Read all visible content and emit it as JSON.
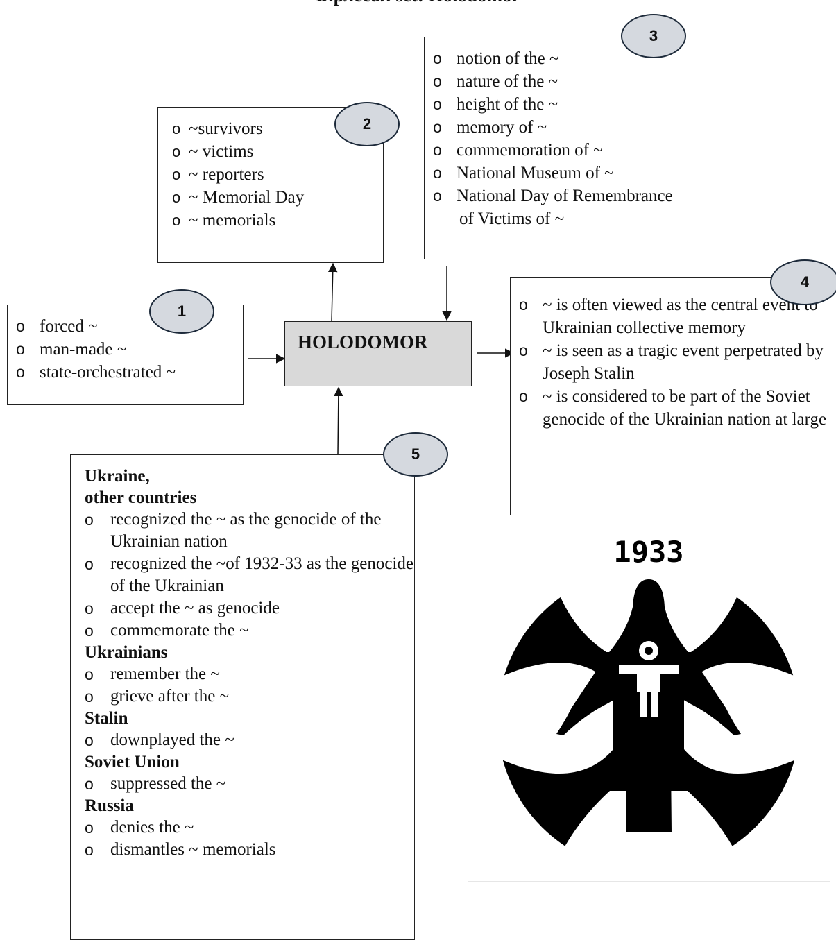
{
  "title": "Бірлесал set: Holodomor",
  "center": {
    "label": "HOLODOMOR"
  },
  "box1": {
    "number": "1",
    "items": [
      "forced ~",
      "man-made ~",
      "state-orchestrated ~"
    ]
  },
  "box2": {
    "number": "2",
    "items": [
      "~survivors",
      "~ victims",
      "~ reporters",
      "~ Memorial Day",
      "~ memorials"
    ]
  },
  "box3": {
    "number": "3",
    "items": [
      "notion of the ~",
      "nature of the ~",
      "height of the ~",
      "memory of ~",
      "commemoration of ~",
      "National Museum of ~",
      "National Day of Remembrance"
    ],
    "continuation": "of Victims of ~"
  },
  "box4": {
    "number": "4",
    "items": [
      "~ is often viewed as the central event to Ukrainian collective memory",
      "~ is seen as a tragic event perpetrated by Joseph Stalin",
      "~ is considered to be part of the Soviet genocide of the Ukrainian nation at large"
    ]
  },
  "box5": {
    "number": "5",
    "groups": [
      {
        "header": "Ukraine,",
        "items": []
      },
      {
        "header": "other countries",
        "items": [
          "recognized the ~ as the genocide of the Ukrainian nation",
          "recognized the ~of 1932-33 as the genocide of the Ukrainian",
          "accept the ~ as genocide",
          "commemorate the ~"
        ]
      },
      {
        "header": "Ukrainians",
        "items": [
          "remember the ~",
          "grieve after the ~"
        ]
      },
      {
        "header": "Stalin",
        "items": [
          "downplayed the ~"
        ]
      },
      {
        "header": "Soviet Union",
        "items": [
          "suppressed the ~"
        ]
      },
      {
        "header": "Russia",
        "items": [
          "denies the ~",
          "dismantles ~ memorials"
        ]
      }
    ]
  },
  "emblem": {
    "year": "1933"
  }
}
